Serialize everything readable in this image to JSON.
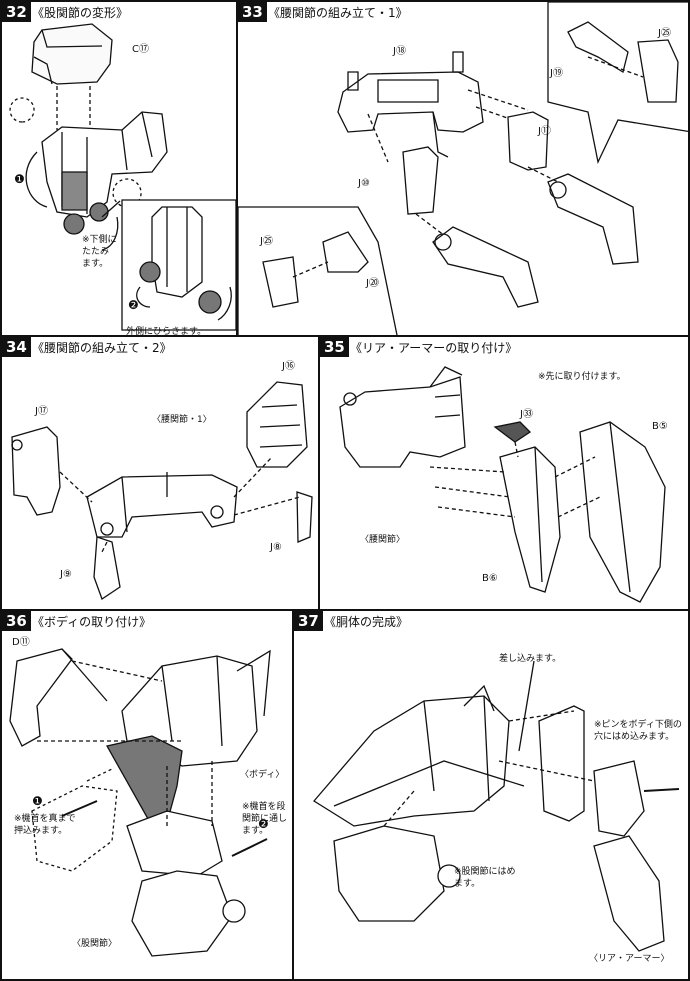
{
  "steps": {
    "s32": {
      "number": "32",
      "title": "《股関節の変形》",
      "parts": [
        "C⑰"
      ],
      "callout1": "❶",
      "note_fold": "※下側に\nたたみ\nます。",
      "callout2": "❷",
      "note_open": "外側にひらきます。"
    },
    "s33": {
      "number": "33",
      "title": "《腰関節の組み立て・1》",
      "parts": [
        "J⑱",
        "J⑪",
        "J⑩",
        "J㉕",
        "J⑲",
        "J㉕",
        "J⑳"
      ]
    },
    "s34": {
      "number": "34",
      "title": "《腰関節の組み立て・2》",
      "parts": [
        "J⑯",
        "J⑰",
        "J⑧",
        "J⑨"
      ],
      "label_assembly": "〈腰関節・1〉"
    },
    "s35": {
      "number": "35",
      "title": "《リア・アーマーの取り付け》",
      "parts": [
        "J㉝",
        "B⑤",
        "B⑥"
      ],
      "note_first": "※先に取り付けます。",
      "label_hip": "〈腰関節〉"
    },
    "s36": {
      "number": "36",
      "title": "《ボディの取り付け》",
      "parts": [
        "D⑪"
      ],
      "label_body": "〈ボディ〉",
      "note_neck": "※機首を段\n関節に通し\nます。",
      "callout1": "❶",
      "note_push": "※機首を真まで\n押込みます。",
      "callout2": "❷",
      "label_hip": "〈股関節〉"
    },
    "s37": {
      "number": "37",
      "title": "《胴体の完成》",
      "note_insert": "差し込みます。",
      "note_pin": "※ピンをボディ下側の\n穴にはめ込みます。",
      "note_hip": "※股関節にはめ\nます。",
      "label_rear": "〈リア・アーマー〉"
    }
  }
}
